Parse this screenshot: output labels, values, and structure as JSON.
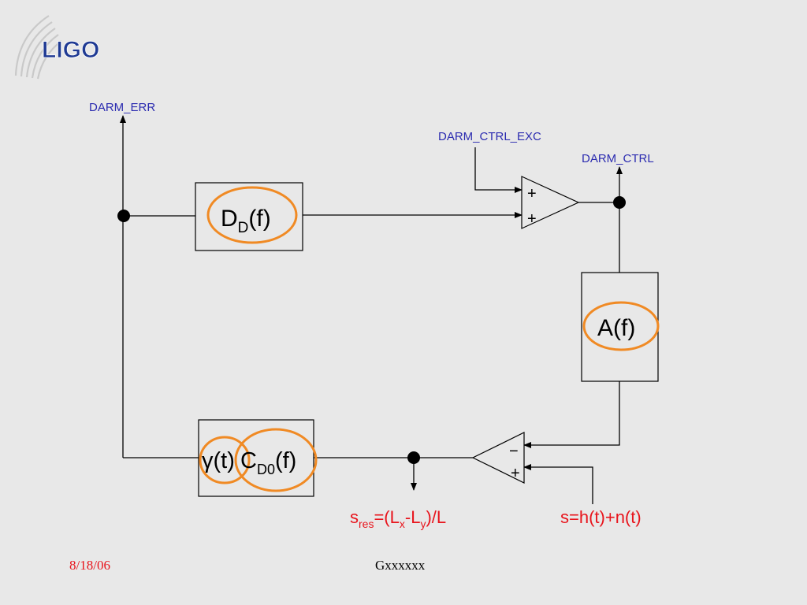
{
  "logo": {
    "text": "LIGO"
  },
  "signals": {
    "darm_err": "DARM_ERR",
    "darm_ctrl_exc": "DARM_CTRL_EXC",
    "darm_ctrl": "DARM_CTRL"
  },
  "blocks": {
    "dd": {
      "main": "D",
      "sub": "D",
      "tail": "(f)"
    },
    "a": {
      "text": "A(f)"
    },
    "gamma": {
      "text": "γ(t)"
    },
    "c": {
      "main": "C",
      "sub": "D0",
      "tail": "(f)"
    }
  },
  "summers": {
    "top": {
      "input1": "+",
      "input2": "+"
    },
    "bottom": {
      "input1": "−",
      "input2": "+"
    }
  },
  "outputs": {
    "sres": {
      "s": "s",
      "res": "res",
      "mid1": "=(L",
      "x": "x",
      "mid2": "-L",
      "y": "y",
      "tail": ")/L"
    },
    "signal": {
      "text": "s=h(t)+n(t)"
    }
  },
  "footer": {
    "date": "8/18/06",
    "code": "Gxxxxxx"
  },
  "colors": {
    "accent": "#f08a24",
    "label": "#2b2bb0",
    "red": "#e8141c",
    "logo": "#1f3a93"
  }
}
